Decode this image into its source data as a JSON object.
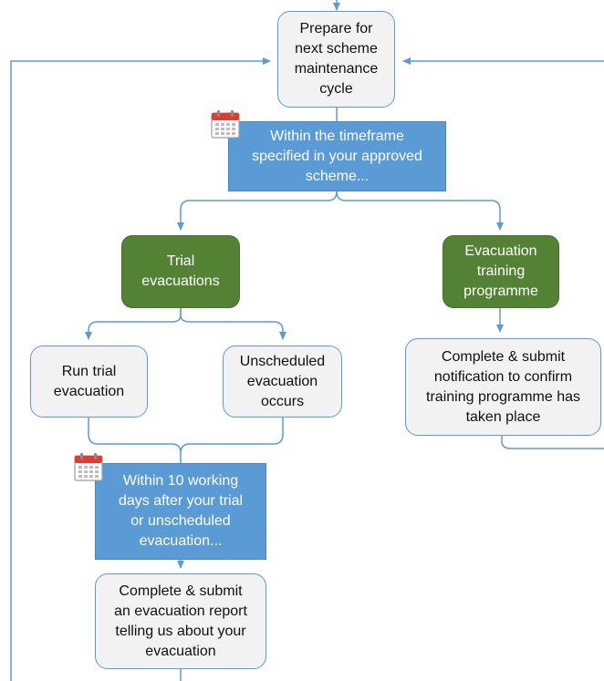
{
  "diagram": {
    "prepare": "Prepare for\nnext scheme\nmaintenance\ncycle",
    "timeframe_scheme": "Within the timeframe\nspecified in your approved\nscheme...",
    "trial_evacuations": "Trial\nevacuations",
    "evacuation_training": "Evacuation\ntraining\nprogramme",
    "run_trial": "Run trial\nevacuation",
    "unscheduled": "Unscheduled\nevacuation\noccurs",
    "training_notification": "Complete & submit\nnotification to confirm\ntraining programme has\ntaken place",
    "timeframe_10_days": "Within 10 working\ndays after your trial\nor unscheduled\nevacuation...",
    "evacuation_report": "Complete & submit\nan evacuation report\ntelling us about your\nevacuation"
  },
  "icons": [
    "calendar-icon",
    "calendar-icon"
  ],
  "colors": {
    "connector": "#5b9bd5",
    "process_fill": "#f2f2f2",
    "process_border": "#5b9bd5",
    "timeframe_fill": "#5b9bd5",
    "category_fill": "#548235",
    "calendar_red": "#e03c31"
  }
}
